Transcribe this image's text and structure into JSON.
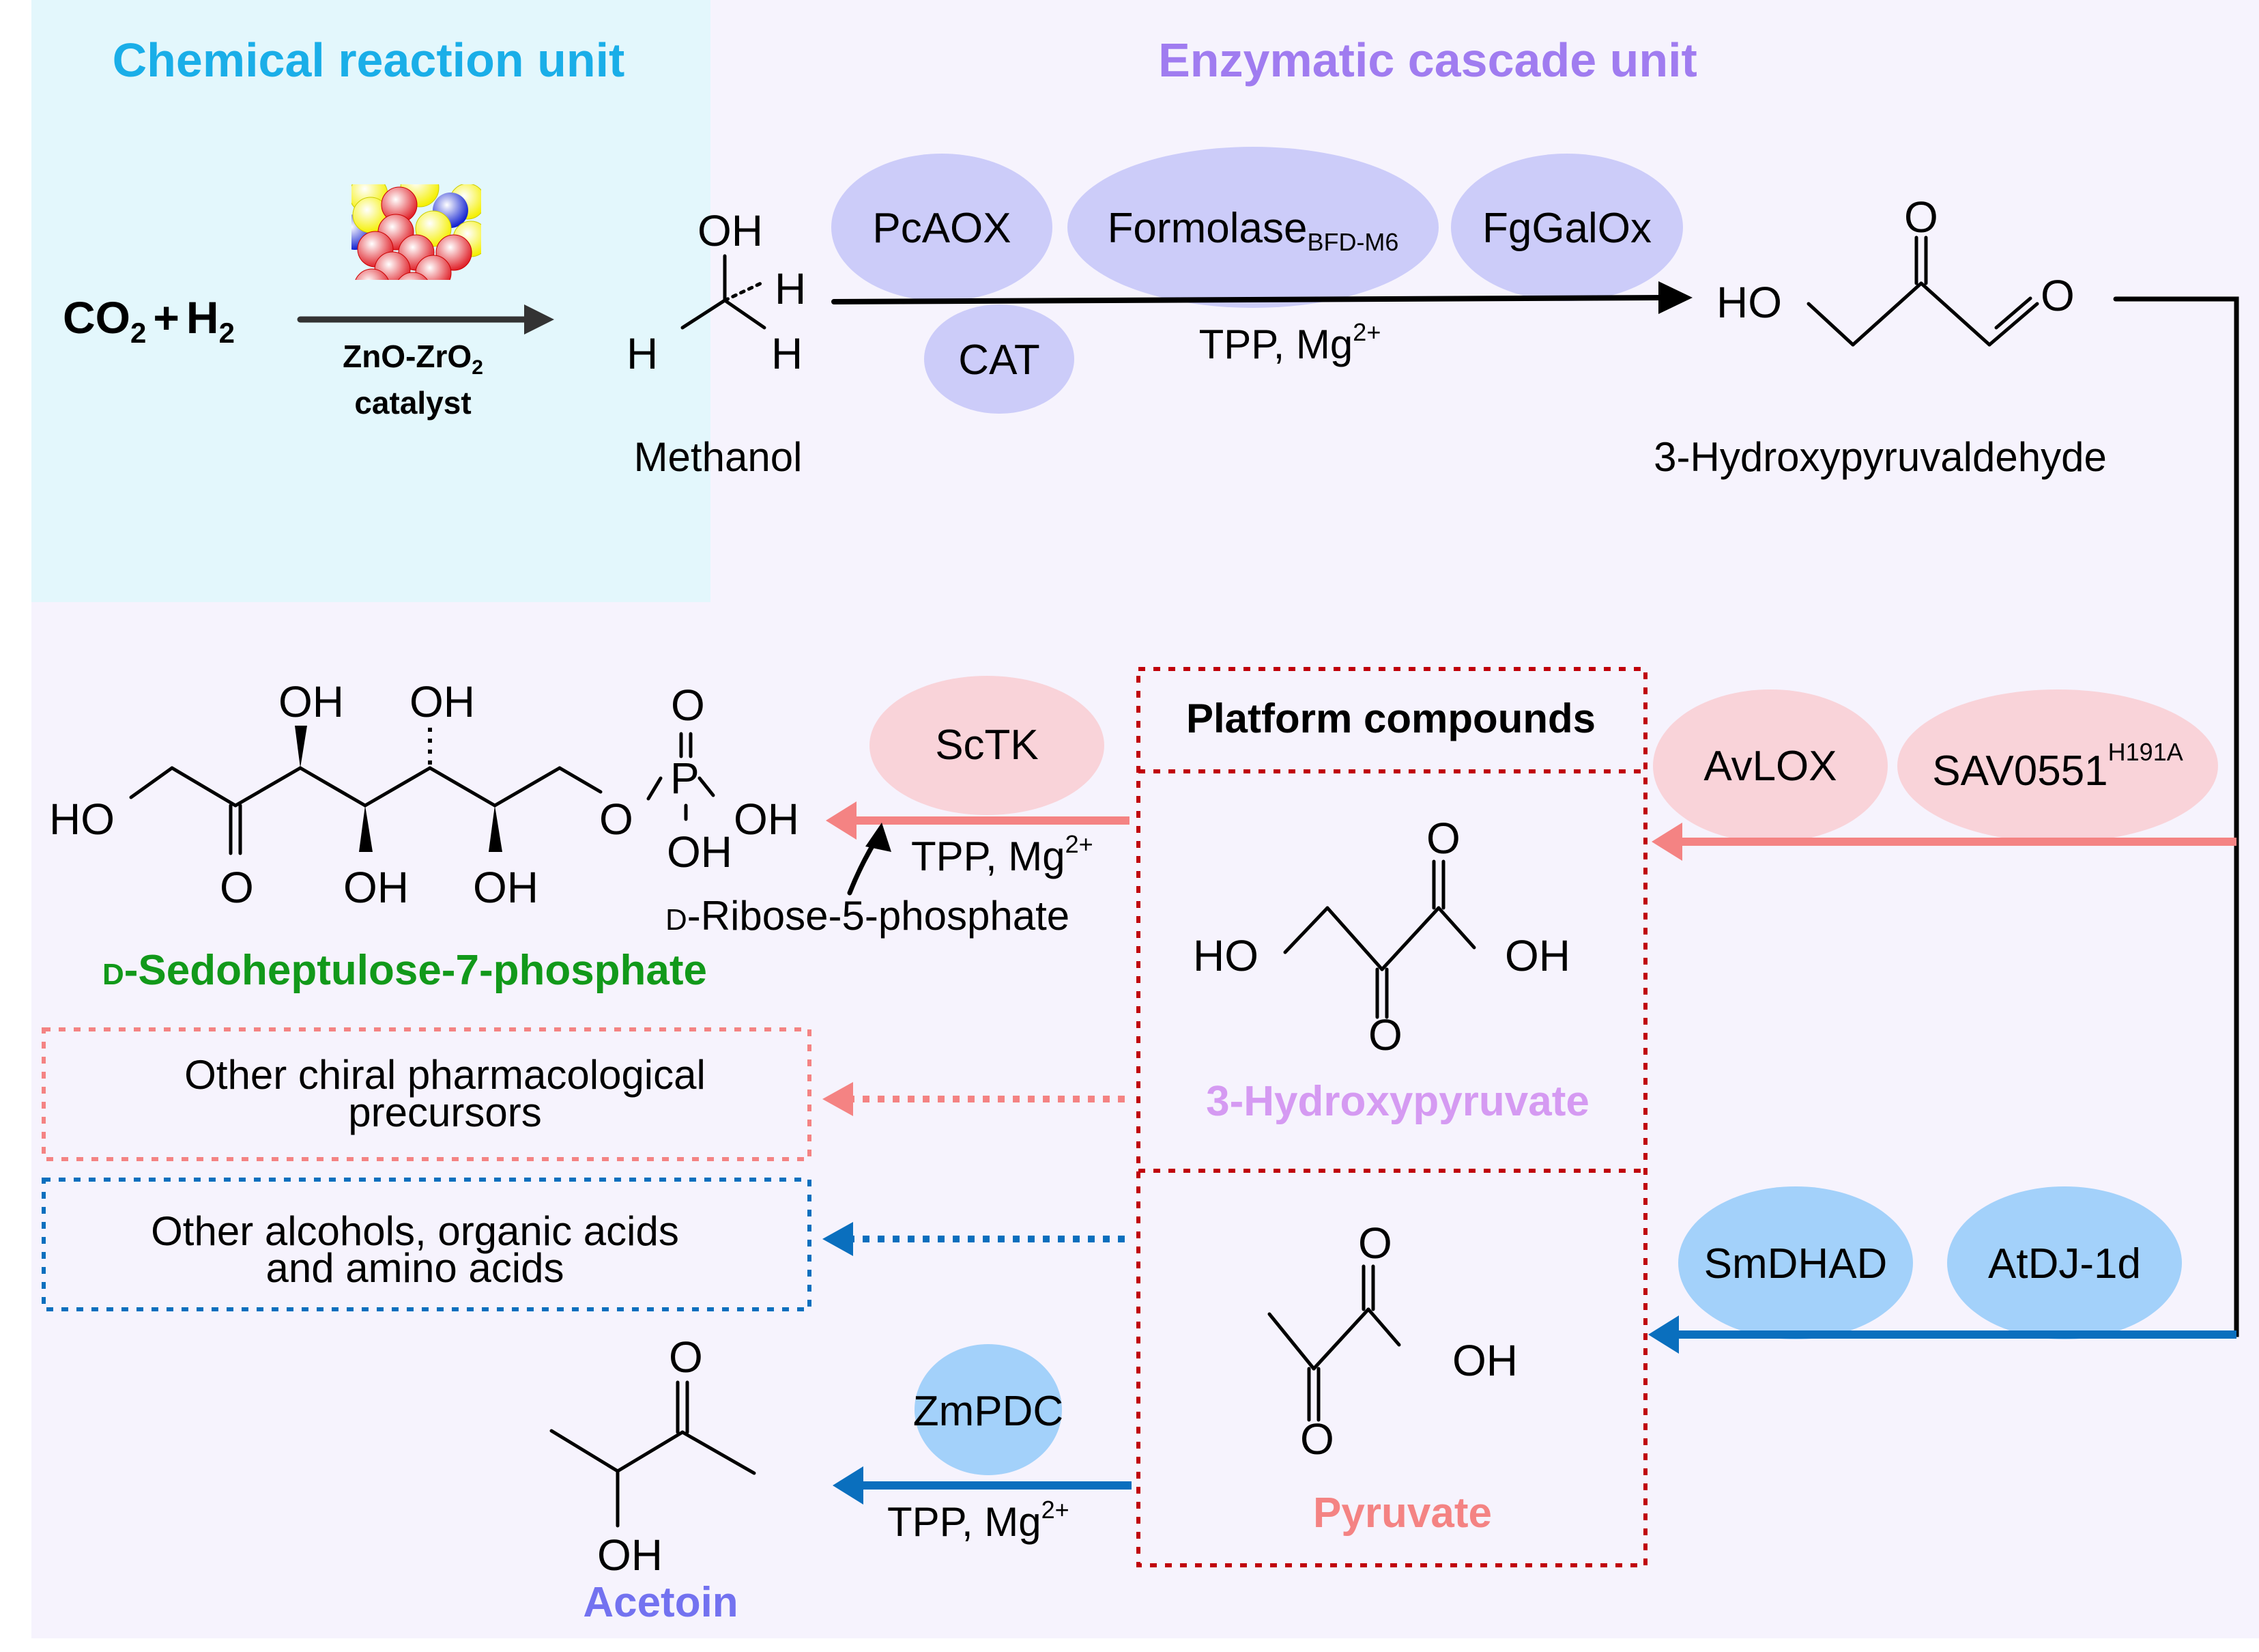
{
  "units": {
    "chemical": "Chemical reaction unit",
    "enzymatic": "Enzymatic cascade unit"
  },
  "chemical_step": {
    "reactant_co2": "CO",
    "reactant_co2_sub": "2",
    "plus": "+",
    "reactant_h2": "H",
    "reactant_h2_sub": "2",
    "catalyst_line1": "ZnO-ZrO",
    "catalyst_line1_sub": "2",
    "catalyst_line2": "catalyst",
    "catalyst_icon": "catalyst-lattice-icon"
  },
  "methanol": {
    "name": "Methanol",
    "atoms": {
      "oh": "OH",
      "h1": "H",
      "h2": "H",
      "h3": "H"
    }
  },
  "step1": {
    "enzymes": [
      {
        "label": "PcAOX"
      },
      {
        "label": "Formolase",
        "sub": "BFD-M6"
      },
      {
        "label": "FgGalOx"
      },
      {
        "label": "CAT"
      }
    ],
    "cofactor": "TPP, Mg",
    "cofactor_sup": "2+"
  },
  "hydroxypyruvaldehyde": {
    "name": "3-Hydroxypyruvaldehyde",
    "atoms": {
      "ho": "HO",
      "o1": "O",
      "o2": "O"
    }
  },
  "platform": {
    "title": "Platform compounds",
    "compounds": [
      {
        "name": "3-Hydroxypyruvate",
        "color": "#D59AF2",
        "atoms": {
          "ho": "HO",
          "oh": "OH",
          "o_top": "O",
          "o_bottom": "O"
        }
      },
      {
        "name": "Pyruvate",
        "color": "#F48383",
        "atoms": {
          "oh": "OH",
          "o_top": "O",
          "o_bottom": "O"
        }
      }
    ]
  },
  "step_to_hydroxypyruvate": {
    "enzymes": [
      {
        "label": "AvLOX"
      },
      {
        "label": "SAV0551",
        "sup": "H191A"
      }
    ]
  },
  "step_to_pyruvate": {
    "enzymes": [
      {
        "label": "SmDHAD"
      },
      {
        "label": "AtDJ-1d"
      }
    ]
  },
  "sedoheptulose_step": {
    "enzyme": "ScTK",
    "cofactor": "TPP, Mg",
    "cofactor_sup": "2+",
    "cosubstrate_prefix": "D",
    "cosubstrate": "-Ribose-5-phosphate"
  },
  "sedoheptulose": {
    "prefix": "D",
    "name": "-Sedoheptulose-7-phosphate",
    "color": "#12991A",
    "atoms": {
      "oh1": "OH",
      "oh2": "OH",
      "oh3": "OH",
      "oh4": "OH",
      "ho": "HO",
      "o_keto": "O",
      "o_ester": "O",
      "p": "P",
      "o_p": "O",
      "oh_p1": "OH",
      "oh_p2": "OH"
    }
  },
  "other_products": [
    {
      "line1": "Other chiral pharmacological",
      "line2": "precursors",
      "color": "#F48383"
    },
    {
      "line1": "Other alcohols, organic acids",
      "line2": "and amino acids",
      "color": "#0A6FBE"
    }
  ],
  "acetoin_step": {
    "enzyme": "ZmPDC",
    "cofactor": "TPP, Mg",
    "cofactor_sup": "2+"
  },
  "acetoin": {
    "name": "Acetoin",
    "color": "#7372F0",
    "atoms": {
      "o": "O",
      "oh": "OH"
    }
  },
  "colors": {
    "chemical_bg": "#E3F7FC",
    "enzymatic_bg": "#F6F3FD",
    "enzyme_purple": "#CCCCF9",
    "enzyme_pink": "#F9D3D9",
    "enzyme_blue": "#A3D1FA",
    "arrow_pink": "#F48383",
    "arrow_blue": "#0A6FBE",
    "platform_border": "#C0000A"
  }
}
